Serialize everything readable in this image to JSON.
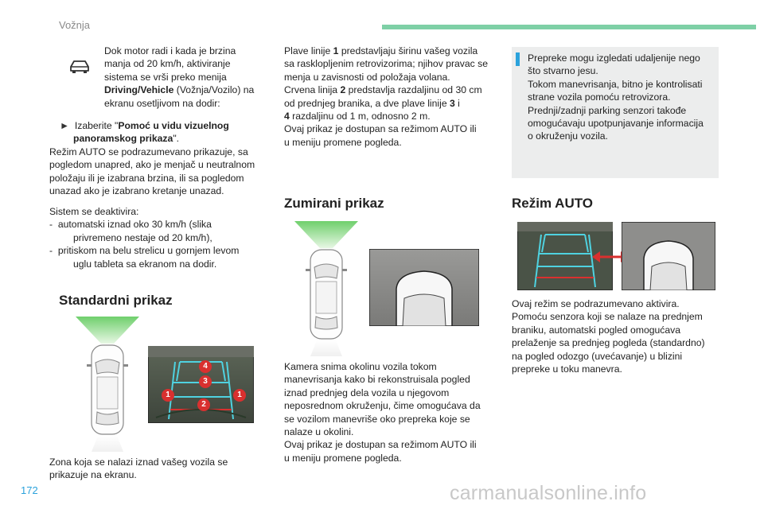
{
  "header": {
    "title": "Vožnja"
  },
  "page_number": "172",
  "watermark": "carmanualsonline.info",
  "col1": {
    "intro": [
      "Dok motor radi i kada je brzina",
      "manja od 20 km/h, aktiviranje",
      "sistema se vrši preko menija"
    ],
    "intro_bold": "Driving/Vehicle",
    "intro_after": " (Vožnja/Vozilo) na",
    "intro_last": "ekranu osetljivom na dodir:",
    "select_prefix": "Izaberite \"",
    "select_bold_1": "Pomoć u vidu vizuelnog",
    "select_bold_2": "panoramskog prikaza",
    "select_suffix": "\".",
    "auto_default": [
      "Režim AUTO se podrazumevano prikazuje, sa",
      "pogledom unapred, ako je menjač u neutralnom",
      "položaju ili je izabrana brzina, ili sa pogledom",
      "unazad ako je izabrano kretanje unazad."
    ],
    "deactivate_title": "Sistem se deaktivira:",
    "deactivate_items": [
      [
        "automatski iznad oko 30 km/h (slika",
        "privremeno nestaje od 20 km/h),"
      ],
      [
        "pritiskom na belu strelicu u gornjem levom",
        "uglu tableta sa ekranom na dodir."
      ]
    ],
    "standard_heading": "Standardni prikaz",
    "standard_caption": [
      "Zona koja se nalazi iznad vašeg vozila se",
      "prikazuje na ekranu."
    ]
  },
  "col2": {
    "lines_text": [
      {
        "pre": "Plave linije ",
        "b": "1",
        "post": " predstavljaju širinu vašeg vozila"
      },
      {
        "pre": "sa rasklopljenim retrovizorima; njihov pravac se",
        "b": "",
        "post": ""
      },
      {
        "pre": "menja u zavisnosti od položaja volana.",
        "b": "",
        "post": ""
      },
      {
        "pre": "Crvena linija ",
        "b": "2",
        "post": " predstavlja razdaljinu od 30 cm"
      },
      {
        "pre": "od prednjeg branika, a dve plave linije ",
        "b": "3",
        "post": " i"
      },
      {
        "pre": "",
        "b": "4",
        "post": " razdaljinu od 1 m, odnosno 2 m."
      },
      {
        "pre": "Ovaj prikaz je dostupan sa režimom AUTO ili",
        "b": "",
        "post": ""
      },
      {
        "pre": "u meniju promene pogleda.",
        "b": "",
        "post": ""
      }
    ],
    "zoom_heading": "Zumirani prikaz",
    "zoom_text": [
      "Kamera snima okolinu vozila tokom",
      "manevrisanja kako bi rekonstruisala pogled",
      "iznad prednjeg dela vozila u njegovom",
      "neposrednom okruženju, čime omogućava da",
      "se vozilom manevriše oko prepreka koje se",
      "nalaze u okolini.",
      "Ovaj prikaz je dostupan sa režimom AUTO ili",
      "u meniju promene pogleda."
    ]
  },
  "col3": {
    "info": [
      "Prepreke mogu izgledati udaljenije nego",
      "što stvarno jesu.",
      "Tokom manevrisanja, bitno je kontrolisati",
      "strane vozila pomoću retrovizora.",
      "Prednji/zadnji parking senzori takođe",
      "omogućavaju upotpunjavanje informacija",
      "o okruženju vozila."
    ],
    "auto_heading": "Režim AUTO",
    "auto_text": [
      "Ovaj režim se podrazumevano aktivira.",
      "Pomoću senzora koji se nalaze na prednjem",
      "braniku, automatski pogled omogućava",
      "prelaženje sa prednjeg pogleda (standardno)",
      "na pogled odozgo (uvećavanje) u blizini",
      "prepreke u toku manevra."
    ]
  },
  "markers": [
    "1",
    "2",
    "3",
    "4"
  ],
  "colors": {
    "accent_green": "#7ed0a6",
    "accent_blue": "#2ba2dc",
    "marker_red": "#d9302f",
    "guide_cyan": "#4fd2e0"
  }
}
